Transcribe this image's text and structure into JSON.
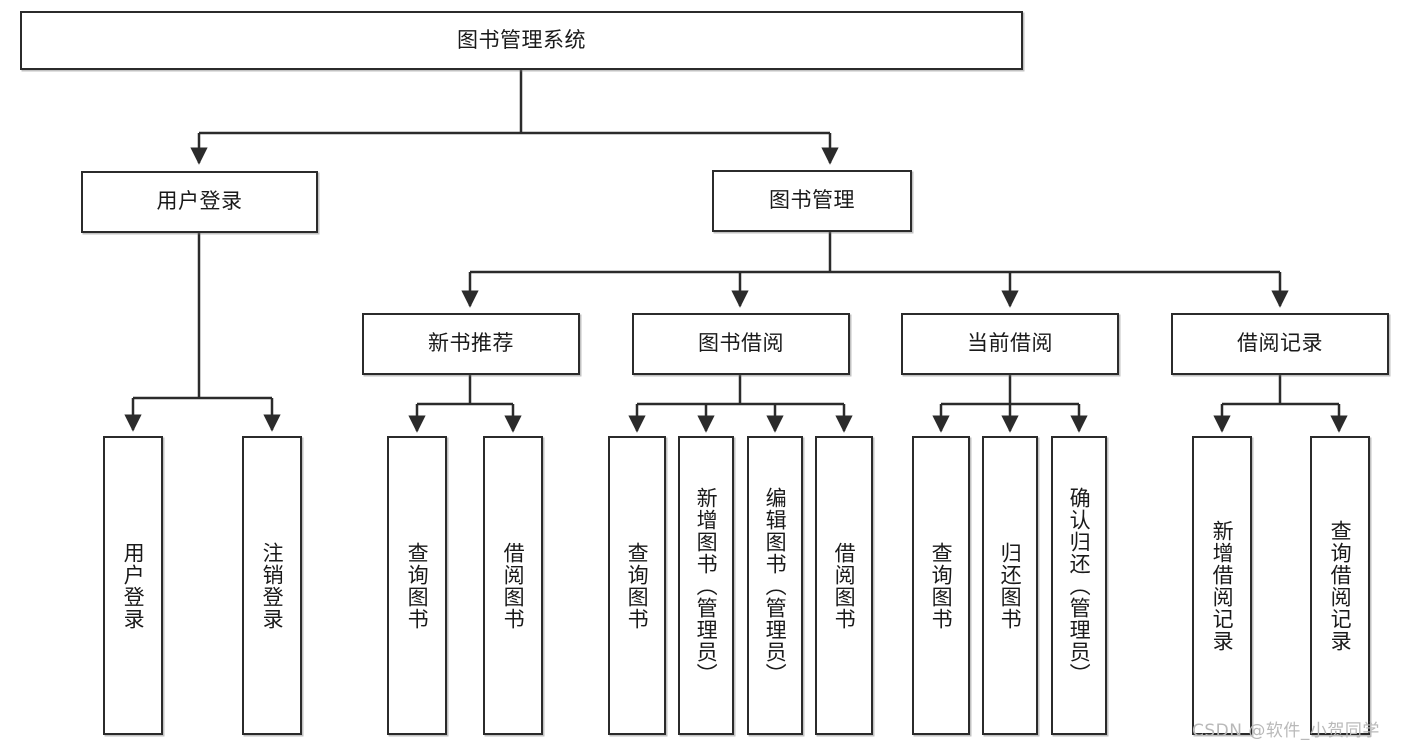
{
  "diagram": {
    "title": "图书管理系统",
    "watermark": "CSDN @软件_小贺同学",
    "colors": {
      "stroke": "#2b2b2b",
      "fill": "#ffffff",
      "text": "#1a1a1a",
      "watermark": "#b9b9b9"
    },
    "root": {
      "label": "图书管理系统"
    },
    "level2": [
      {
        "label": "用户登录"
      },
      {
        "label": "图书管理"
      }
    ],
    "level3": [
      {
        "label": "新书推荐"
      },
      {
        "label": "图书借阅"
      },
      {
        "label": "当前借阅"
      },
      {
        "label": "借阅记录"
      }
    ],
    "leaves_user_login": [
      {
        "label": "用户登录"
      },
      {
        "label": "注销登录"
      }
    ],
    "leaves_new_books": [
      {
        "label": "查询图书"
      },
      {
        "label": "借阅图书"
      }
    ],
    "leaves_borrow": [
      {
        "label": "查询图书"
      },
      {
        "label": "新增图书（管理员）"
      },
      {
        "label": "编辑图书（管理员）"
      },
      {
        "label": "借阅图书"
      }
    ],
    "leaves_current": [
      {
        "label": "查询图书"
      },
      {
        "label": "归还图书"
      },
      {
        "label": "确认归还（管理员）"
      }
    ],
    "leaves_records": [
      {
        "label": "新增借阅记录"
      },
      {
        "label": "查询借阅记录"
      }
    ]
  }
}
